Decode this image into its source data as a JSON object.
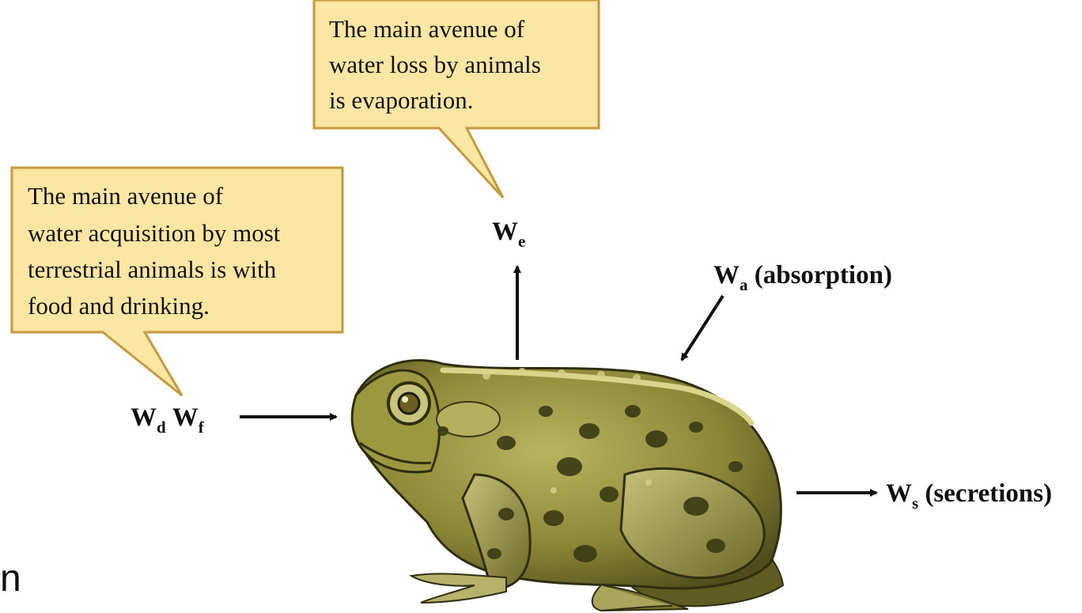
{
  "callouts": {
    "evaporation": [
      "The main avenue of",
      "water loss by animals",
      "is evaporation."
    ],
    "acquisition": [
      "The main avenue of",
      "water acquisition by most",
      "terrestrial animals is with",
      "food and drinking."
    ]
  },
  "labels": {
    "evaporation": {
      "main": "W",
      "sub": "e",
      "rest": ""
    },
    "absorption": {
      "main": "W",
      "sub": "a",
      "rest": " (absorption)"
    },
    "drink": {
      "main": "W",
      "sub": "d",
      "rest": ""
    },
    "food": {
      "main": "W",
      "sub": "f",
      "rest": ""
    },
    "secretions": {
      "main": "W",
      "sub": "s",
      "rest": " (secretions)"
    }
  },
  "fragment": "n",
  "colors": {
    "callout_fill": "#fbe7a3",
    "callout_stroke": "#c49a3c",
    "arrow": "#111111",
    "toad_base": "#7c7a2e",
    "toad_light": "#c9c57a",
    "toad_spot": "#3a3a14"
  }
}
